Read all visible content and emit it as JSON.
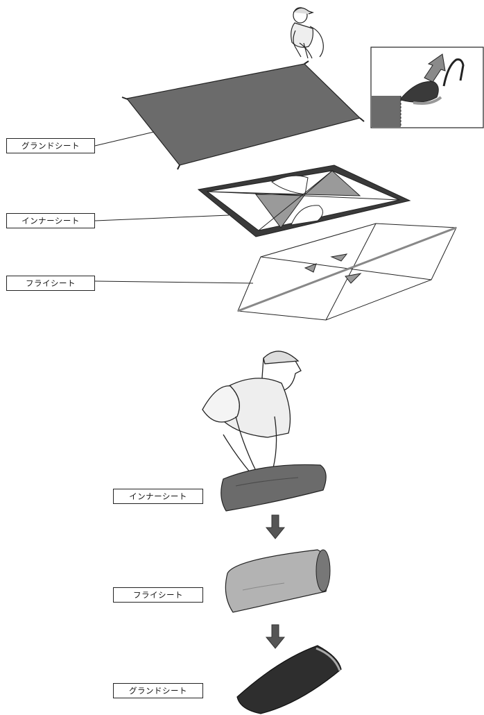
{
  "labels": {
    "ground_sheet": "グランドシート",
    "inner_sheet": "インナーシート",
    "fly_sheet": "フライシート"
  },
  "colors": {
    "sheet_gray": "#6b6b6b",
    "dark_gray": "#3a3a3a",
    "light_gray": "#a9a9a9",
    "line": "#222222"
  }
}
